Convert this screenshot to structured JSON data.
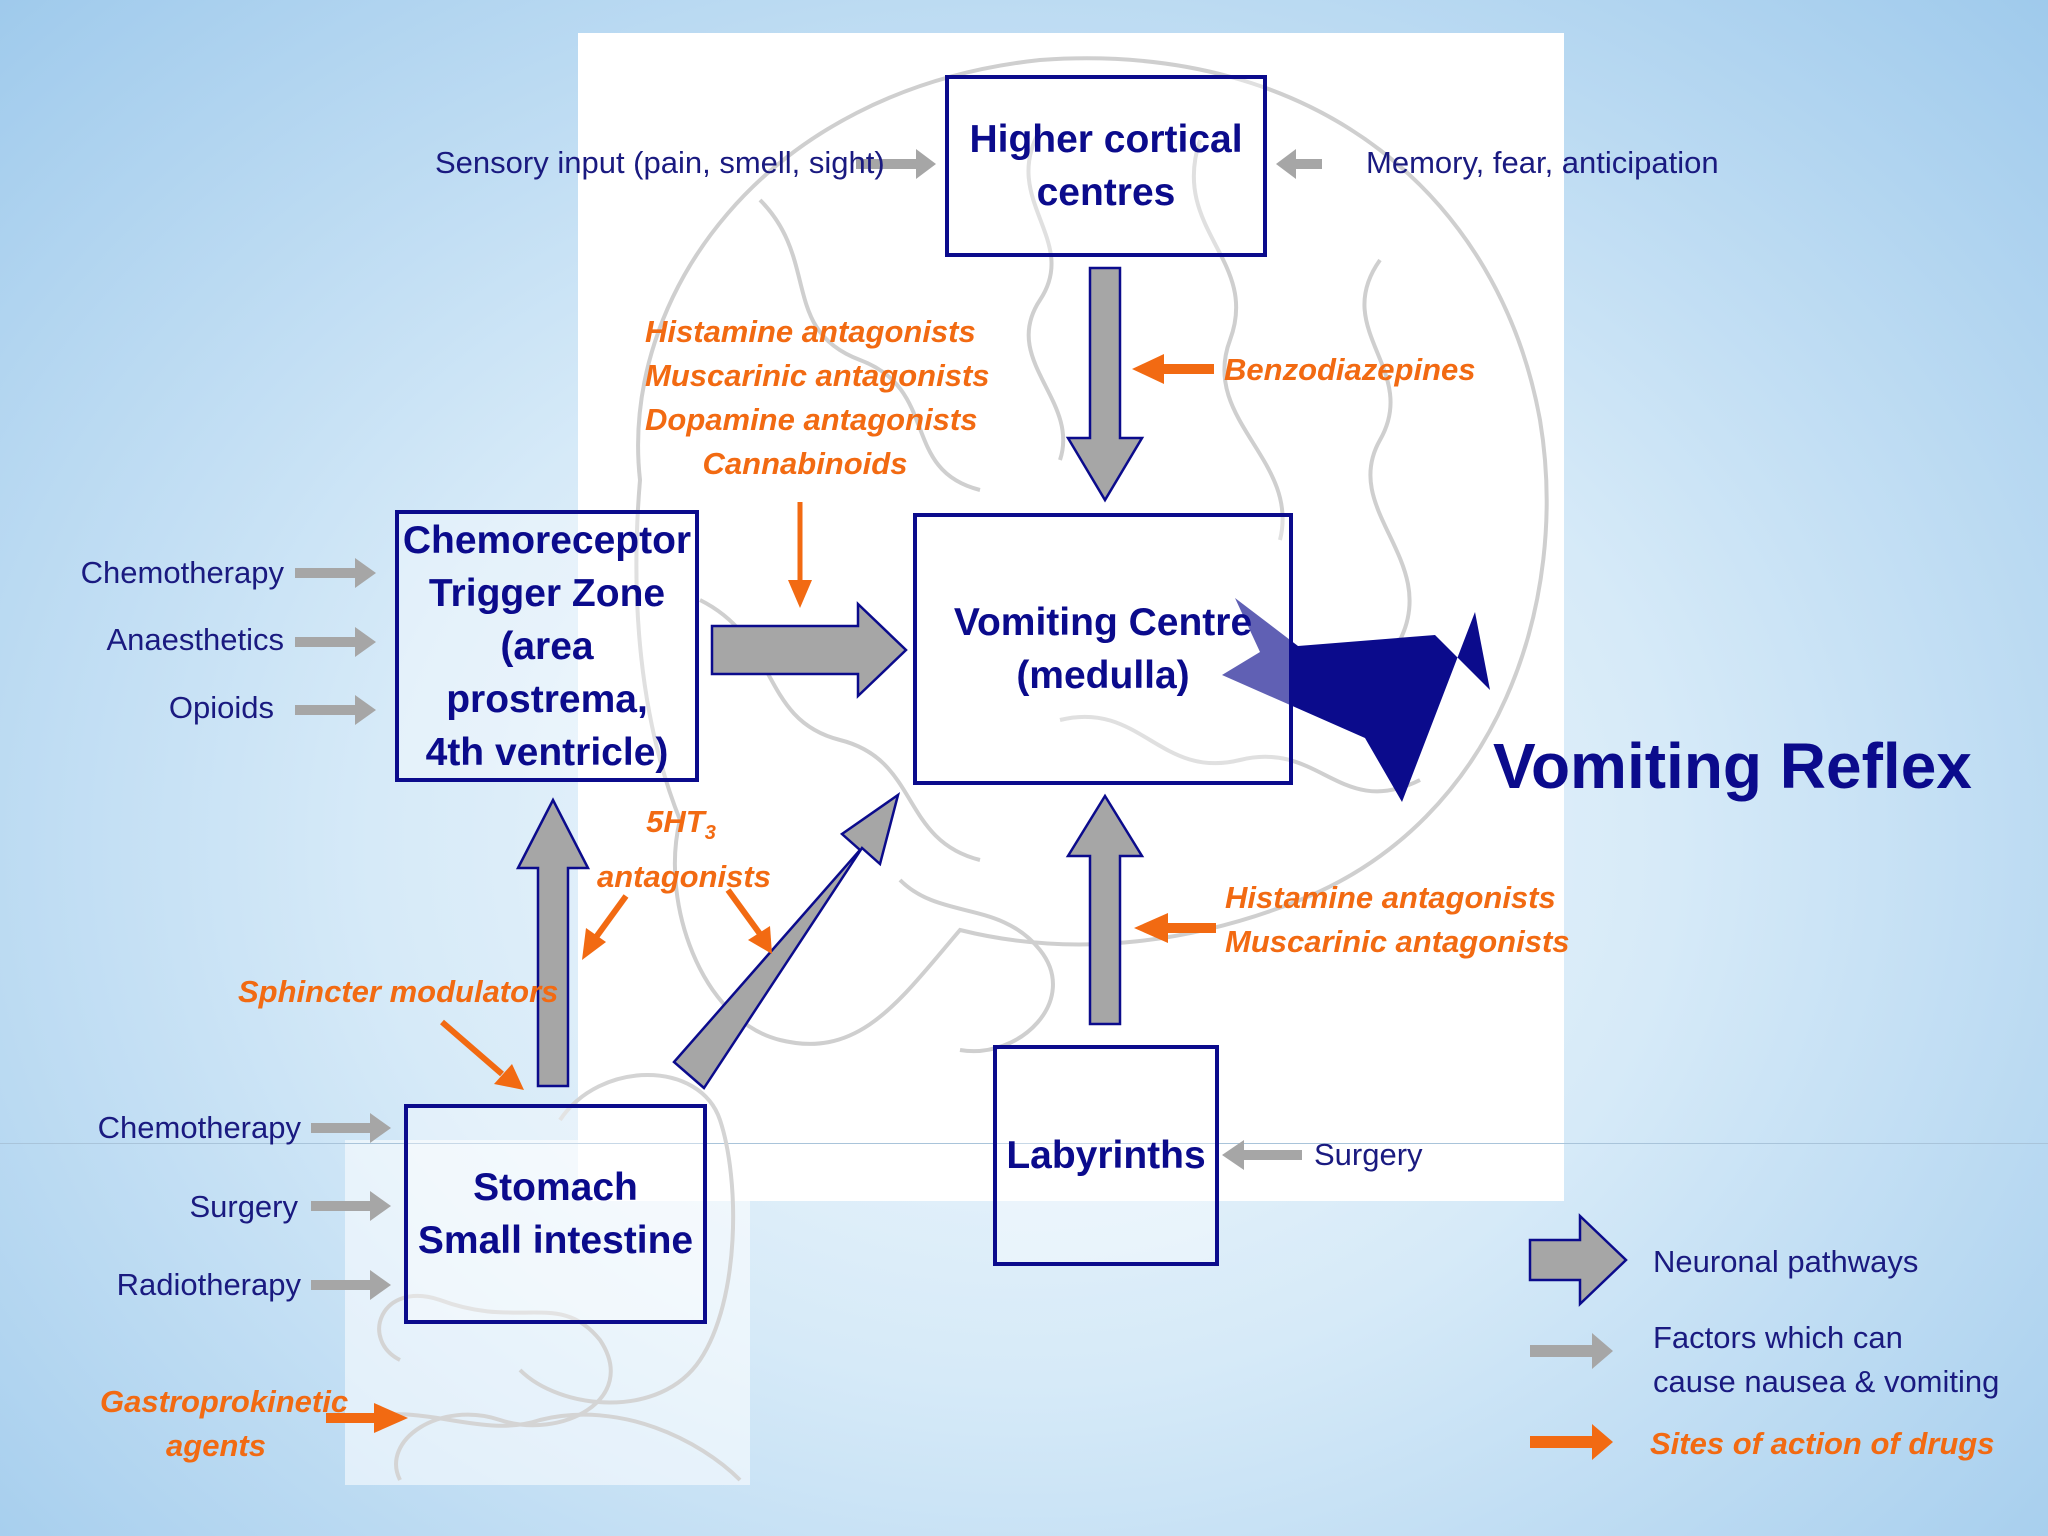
{
  "boxes": {
    "higher_cortical": "Higher cortical\ncentres",
    "ctz": "Chemoreceptor\nTrigger Zone\n(area prostrema,\n4th ventricle)",
    "vomiting_centre": "Vomiting Centre\n(medulla)",
    "stomach": "Stomach\nSmall intestine",
    "labyrinths": "Labyrinths"
  },
  "outcome": "Vomiting Reflex",
  "factors": {
    "sensory_input": "Sensory input (pain, smell, sight)",
    "memory": "Memory, fear, anticipation",
    "ctz": [
      "Chemotherapy",
      "Anaesthetics",
      "Opioids"
    ],
    "stomach": [
      "Chemotherapy",
      "Surgery",
      "Radiotherapy"
    ],
    "labyrinths": "Surgery"
  },
  "drugs": {
    "ctz_to_vc": [
      "Histamine antagonists",
      "Muscarinic antagonists",
      "Dopamine antagonists",
      "Cannabinoids"
    ],
    "benzodiazepines": "Benzodiazepines",
    "ht3_name": "5HT",
    "ht3_sub": "3",
    "ht3_suffix": "antagonists",
    "sphincter": "Sphincter modulators",
    "labyrinth": [
      "Histamine antagonists",
      "Muscarinic antagonists"
    ],
    "gastro": [
      "Gastroprokinetic",
      "agents"
    ]
  },
  "legend": {
    "neuronal": "Neuronal pathways",
    "factors": [
      "Factors which can",
      "cause nausea & vomiting"
    ],
    "drugs": "Sites of action of drugs"
  },
  "colors": {
    "navy": "#0b0b8c",
    "orange": "#f26a12",
    "grey_arrow": "#a6a6a6",
    "text": "#1a1a80"
  }
}
